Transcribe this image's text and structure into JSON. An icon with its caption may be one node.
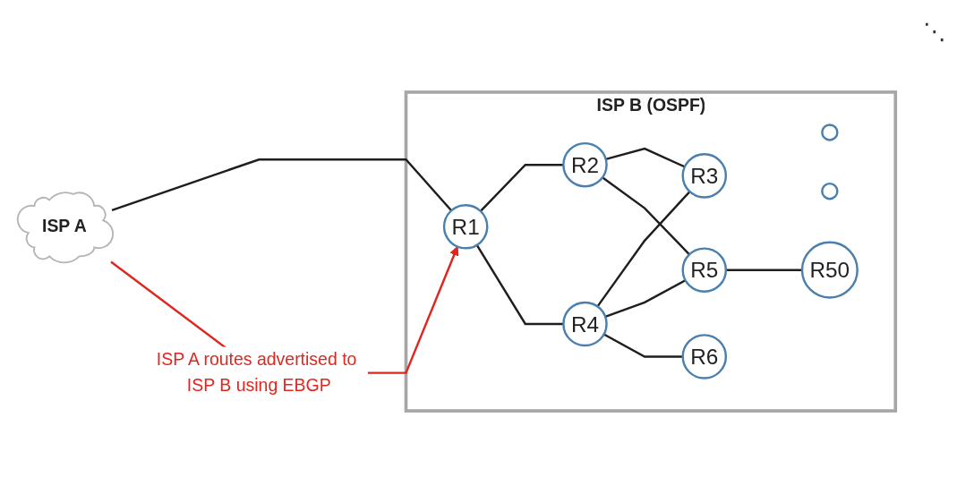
{
  "diagram": {
    "nodes": [
      {
        "text": [
          "ISP B (OSPF)"
        ]
      },
      {
        "text": [
          "R2"
        ],
        "in": 0
      },
      {
        "text": [
          "R4"
        ],
        "in": 0
      },
      {
        "text": [
          "R6"
        ],
        "in": 0
      },
      {
        "text": [],
        "shape": "circle",
        "in": 0
      },
      {
        "text": [],
        "shape": "circle",
        "in": 0
      },
      {
        "text": [
          "R50"
        ],
        "in": 0
      },
      {
        "text": [
          "R1"
        ],
        "in": 0
      },
      {
        "text": [
          "R3"
        ],
        "in": 0
      },
      {
        "text": [
          "R5"
        ],
        "in": 0
      },
      {
        "text": [
          "ISP A"
        ]
      }
    ],
    "edges": [
      {
        "from": 10,
        "to": 7,
        "arrow": "none"
      },
      {
        "from": 10,
        "to": 7,
        "arrow": "to",
        "color": "#e0261f",
        "label": "ISP A routes advertised to ISP B using EBGP"
      },
      {
        "from": 7,
        "to": 1,
        "arrow": "none"
      },
      {
        "from": 7,
        "to": 2,
        "arrow": "none"
      },
      {
        "from": 1,
        "to": 8,
        "arrow": "none"
      },
      {
        "from": 1,
        "to": 9,
        "arrow": "none"
      },
      {
        "from": 2,
        "to": 8,
        "arrow": "none"
      },
      {
        "from": 2,
        "to": 9,
        "arrow": "none"
      },
      {
        "from": 2,
        "to": 3,
        "arrow": "none"
      },
      {
        "from": 9,
        "to": 6,
        "arrow": "none"
      }
    ],
    "labels": [
      "⋱"
    ]
  }
}
